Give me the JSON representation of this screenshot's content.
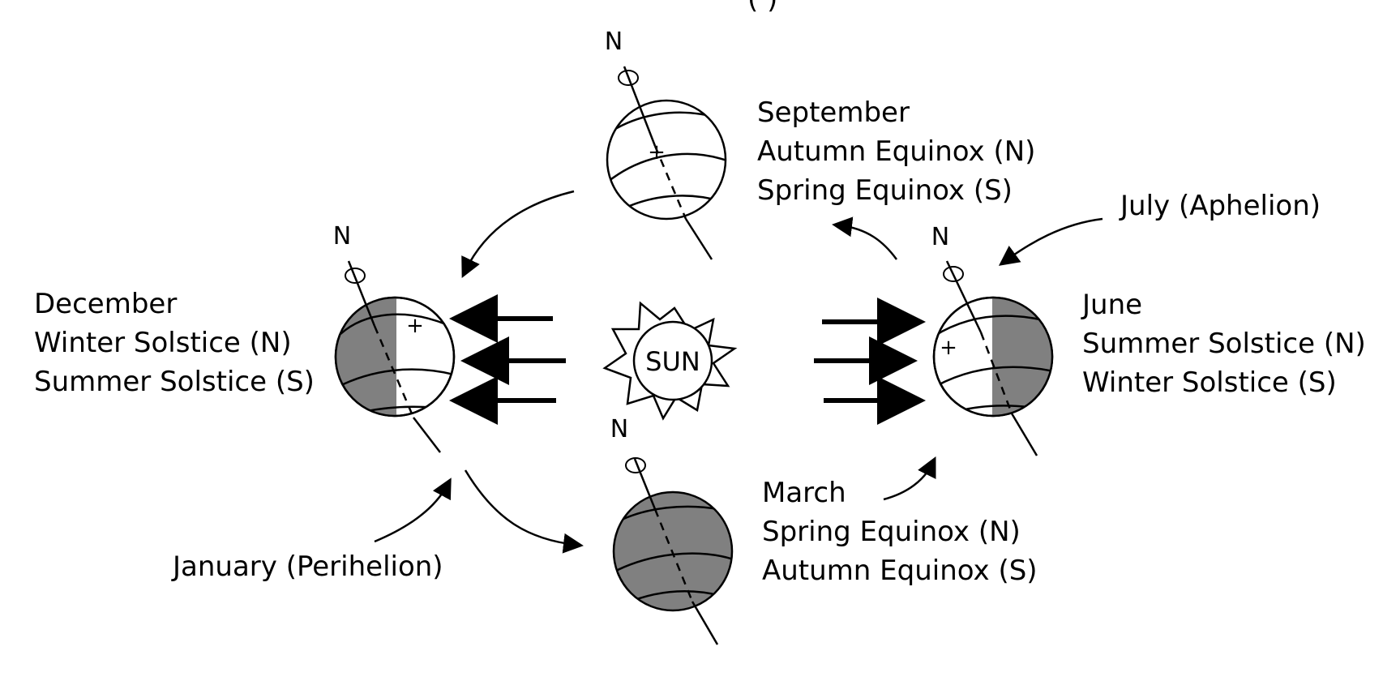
{
  "labels": {
    "title_fragment": "( )",
    "september": [
      "September",
      "Autumn Equinox (N)",
      "Spring Equinox (S)"
    ],
    "december": [
      "December",
      "Winter Solstice (N)",
      "Summer Solstice (S)"
    ],
    "june": [
      "June",
      "Summer Solstice (N)",
      "Winter Solstice (S)"
    ],
    "march": [
      "March",
      "Spring Equinox (N)",
      "Autumn Equinox (S)"
    ],
    "july": "July (Aphelion)",
    "january": "January (Perihelion)",
    "sun": "SUN",
    "north": "N"
  },
  "colors": {
    "night_shade": "#808080",
    "line": "#000000",
    "day": "#ffffff"
  }
}
